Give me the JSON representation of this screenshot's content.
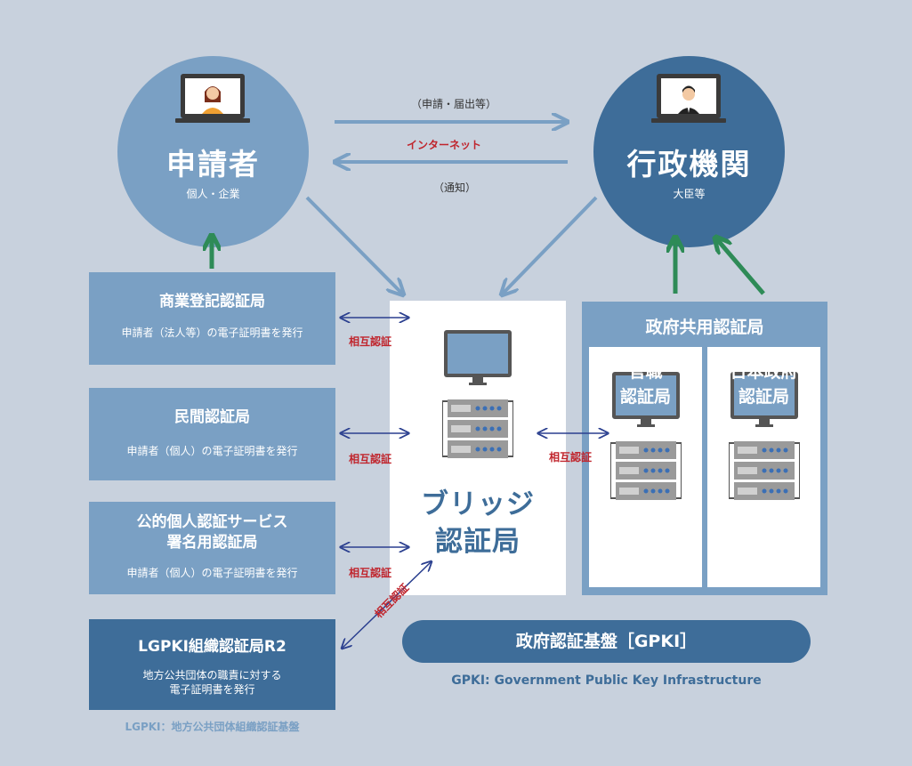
{
  "applicant": {
    "title": "申請者",
    "sub": "個人・企業"
  },
  "agency": {
    "title": "行政機関",
    "sub": "大臣等"
  },
  "internet": {
    "top": "（申請・届出等）",
    "middle": "インターネット",
    "bottom": "（通知）"
  },
  "cas": [
    {
      "name": "商業登記認証局",
      "desc": "申請者（法人等）の電子証明書を発行"
    },
    {
      "name": "民間認証局",
      "desc": "申請者（個人）の電子証明書を発行"
    },
    {
      "name_line1": "公的個人認証サービス",
      "name_line2": "署名用認証局",
      "desc": "申請者（個人）の電子証明書を発行"
    },
    {
      "name": "LGPKI組織認証局R2",
      "desc_line1": "地方公共団体の職責に対する",
      "desc_line2": "電子証明書を発行"
    }
  ],
  "mutual_label": "相互認証",
  "bridge": {
    "line1": "ブリッジ",
    "line2": "認証局"
  },
  "gov_shared": {
    "title": "政府共用認証局"
  },
  "inner1": {
    "line1": "官職",
    "line2": "認証局"
  },
  "inner2": {
    "line1": "日本政府",
    "line2": "認証局"
  },
  "gpki": {
    "pill": "政府認証基盤［GPKI］",
    "note": "GPKI: Government Public Key Infrastructure"
  },
  "lgpki_note": "LGPKI：地方公共団体組織認証基盤",
  "colors": {
    "background": "#c8d1dd",
    "light_blue": "#7aa0c4",
    "dark_blue": "#3e6d99",
    "green_arrow": "#2e8b57",
    "red_label": "#c0252d",
    "navy_arrow": "#2a3f8f"
  }
}
